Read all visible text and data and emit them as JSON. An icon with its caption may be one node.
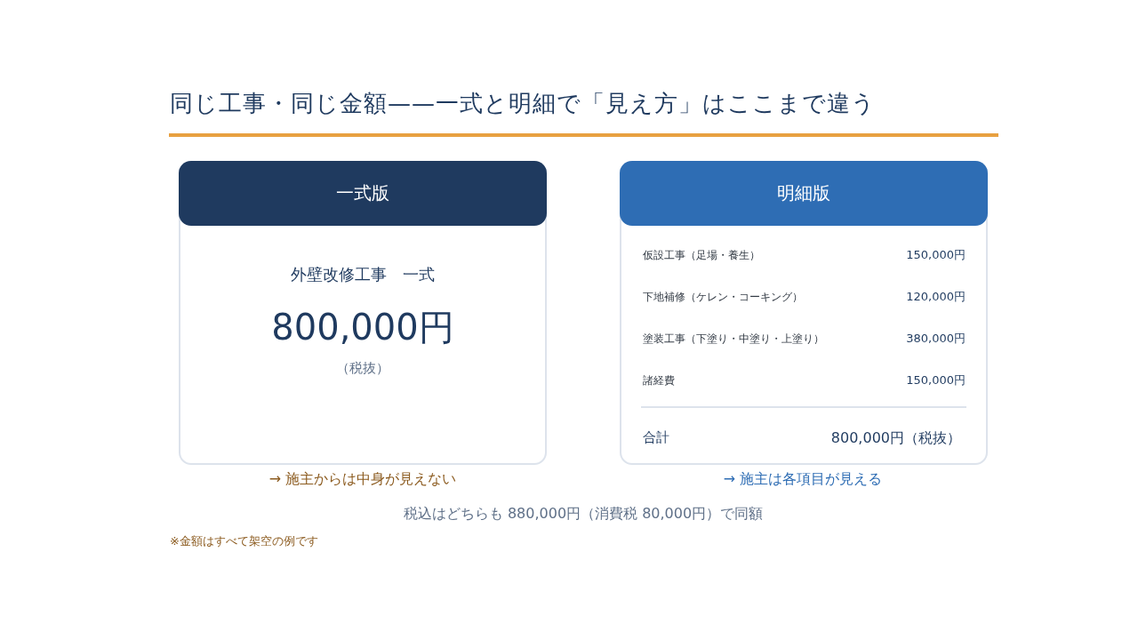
{
  "diagram": {
    "title": "同じ工事・同じ金額——一式と明細で「見え方」はここまで違う",
    "nodes": [
      {
        "text": [
          "一式版",
          "外壁改修工事　一式",
          "800,000円",
          "（税抜）"
        ],
        "beside": [
          "→ 施主からは中身が見えない"
        ]
      },
      {
        "text": [
          "明細版",
          "仮設工事（足場・養生）",
          "150,000円",
          "下地補修（ケレン・コーキング）",
          "120,000円",
          "塗装工事（下塗り・中塗り・上塗り）",
          "380,000円",
          "諸経費",
          "150,000円",
          "合計",
          "800,000円（税抜）"
        ],
        "beside": [
          "→ 施主は各項目が見える"
        ]
      }
    ],
    "labels": [
      "税込はどちらも 880,000円（消費税 80,000円）で同額",
      "※金額はすべて架空の例です"
    ]
  }
}
